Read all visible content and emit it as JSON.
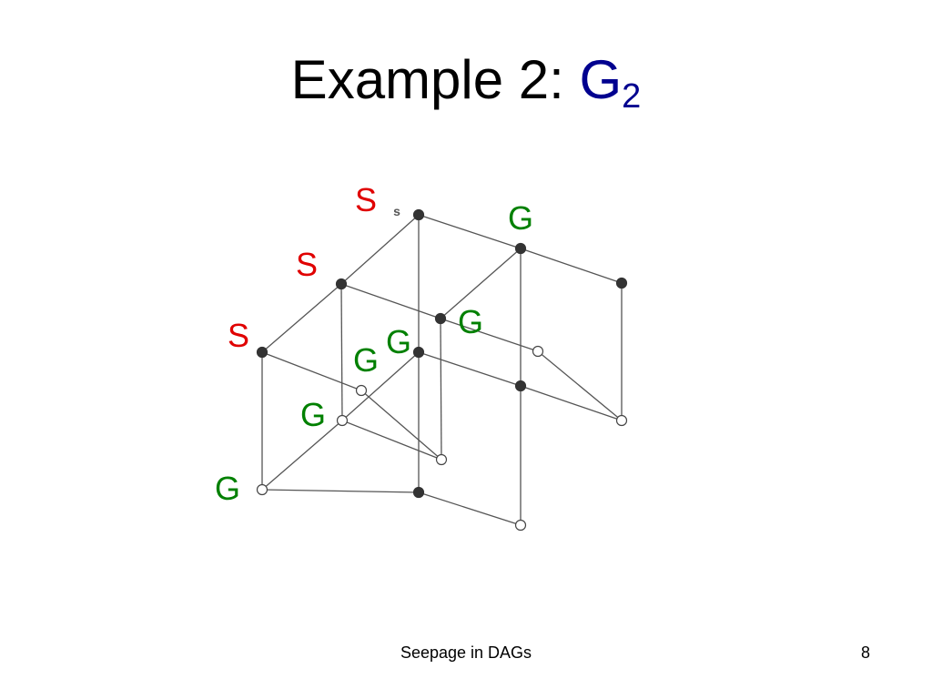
{
  "slide": {
    "title_text": "Example 2: ",
    "title_symbol": "G",
    "title_subscript": "2",
    "footer": "Seepage in DAGs",
    "page_number": "8"
  },
  "colors": {
    "title_accent": "#00008f",
    "source_label": "#e00000",
    "goal_label": "#008000",
    "edge": "#555555",
    "filled_node": "#333333",
    "hollow_node_stroke": "#444444"
  },
  "diagram": {
    "root_label": "s",
    "nodes": [
      {
        "id": "n1",
        "filled": true
      },
      {
        "id": "n2",
        "filled": true
      },
      {
        "id": "n3",
        "filled": true
      },
      {
        "id": "n4",
        "filled": true
      },
      {
        "id": "n5",
        "filled": true
      },
      {
        "id": "n6",
        "filled": true
      },
      {
        "id": "n7",
        "filled": false
      },
      {
        "id": "n8",
        "filled": false
      },
      {
        "id": "n9",
        "filled": true
      },
      {
        "id": "n10",
        "filled": true
      },
      {
        "id": "n11",
        "filled": false
      },
      {
        "id": "n12",
        "filled": false
      },
      {
        "id": "n13",
        "filled": false
      },
      {
        "id": "n14",
        "filled": true
      },
      {
        "id": "n15",
        "filled": false
      },
      {
        "id": "n16",
        "filled": false
      }
    ],
    "edges": [
      [
        "n1",
        "n2"
      ],
      [
        "n1",
        "n4"
      ],
      [
        "n1",
        "n9"
      ],
      [
        "n2",
        "n3"
      ],
      [
        "n2",
        "n5"
      ],
      [
        "n2",
        "n10"
      ],
      [
        "n3",
        "n13"
      ],
      [
        "n4",
        "n5"
      ],
      [
        "n4",
        "n6"
      ],
      [
        "n4",
        "n11"
      ],
      [
        "n5",
        "n7"
      ],
      [
        "n5",
        "n12"
      ],
      [
        "n6",
        "n8"
      ],
      [
        "n6",
        "n15"
      ],
      [
        "n7",
        "n13"
      ],
      [
        "n8",
        "n12"
      ],
      [
        "n9",
        "n10"
      ],
      [
        "n9",
        "n11"
      ],
      [
        "n9",
        "n14"
      ],
      [
        "n10",
        "n13"
      ],
      [
        "n10",
        "n16"
      ],
      [
        "n11",
        "n12"
      ],
      [
        "n11",
        "n15"
      ],
      [
        "n14",
        "n15"
      ],
      [
        "n14",
        "n16"
      ]
    ],
    "labels": [
      {
        "text": "S",
        "kind": "source"
      },
      {
        "text": "S",
        "kind": "source"
      },
      {
        "text": "S",
        "kind": "source"
      },
      {
        "text": "G",
        "kind": "goal"
      },
      {
        "text": "G",
        "kind": "goal"
      },
      {
        "text": "G",
        "kind": "goal"
      },
      {
        "text": "G",
        "kind": "goal"
      },
      {
        "text": "G",
        "kind": "goal"
      },
      {
        "text": "G",
        "kind": "goal"
      }
    ]
  }
}
